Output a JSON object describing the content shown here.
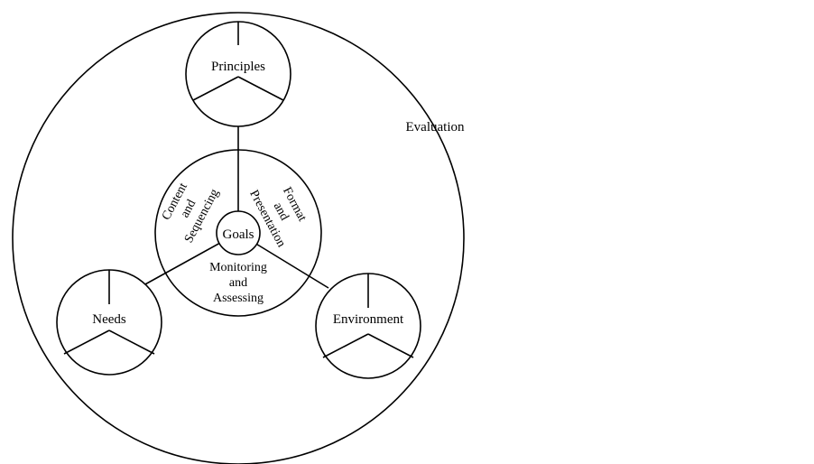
{
  "diagram": {
    "outer_label": "Evaluation",
    "center": "Goals",
    "inner_sections": {
      "left": [
        "Content",
        "and",
        "Sequencing"
      ],
      "right": [
        "Format",
        "and",
        "Presentation"
      ],
      "bottom": [
        "Monitoring",
        "and",
        "Assessing"
      ]
    },
    "satellites": {
      "top": "Principles",
      "left": "Needs",
      "right": "Environment"
    }
  }
}
